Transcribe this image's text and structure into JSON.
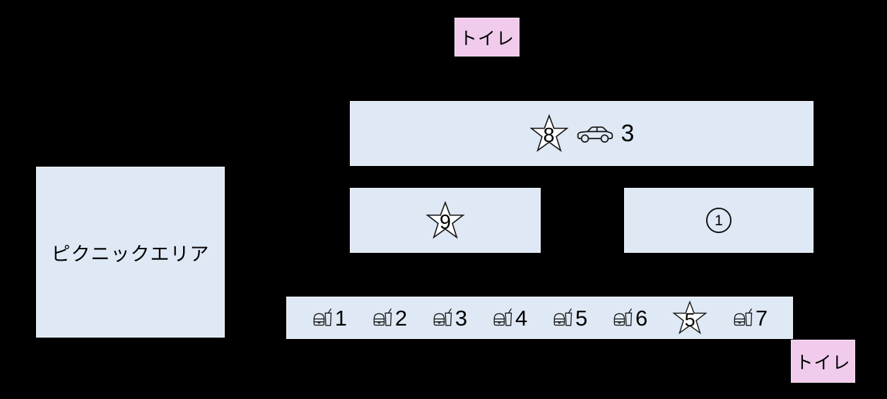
{
  "colors": {
    "background": "#000000",
    "area_fill": "#dfe9f5",
    "toilet_fill": "#f0cbeb",
    "outline": "#1a1a1a",
    "star_fill": "#ffffff"
  },
  "picnic_area": {
    "label": "ピクニックエリア"
  },
  "toilet_top": {
    "label": "トイレ"
  },
  "toilet_bottom": {
    "label": "トイレ"
  },
  "parking_area": {
    "star_number": "8",
    "vehicle_number": "3"
  },
  "star9_area": {
    "star_number": "9"
  },
  "circle1_area": {
    "circled_number": "1"
  },
  "shop_row": {
    "stalls": [
      {
        "kind": "food",
        "number": "1"
      },
      {
        "kind": "food",
        "number": "2"
      },
      {
        "kind": "food",
        "number": "3"
      },
      {
        "kind": "food",
        "number": "4"
      },
      {
        "kind": "food",
        "number": "5"
      },
      {
        "kind": "food",
        "number": "6"
      },
      {
        "kind": "star",
        "number": "5"
      },
      {
        "kind": "food",
        "number": "7"
      }
    ]
  }
}
